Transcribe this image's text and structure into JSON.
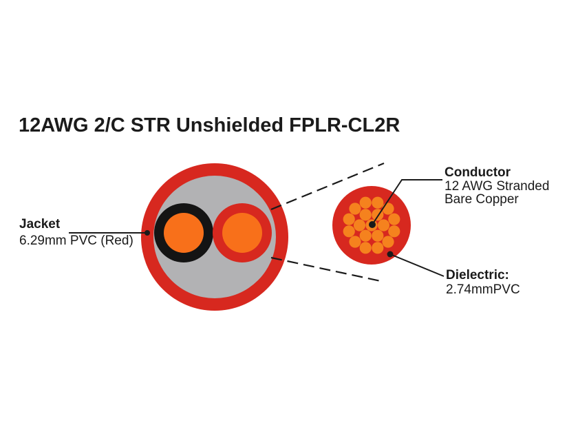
{
  "title": "12AWG 2/C STR Unshielded FPLR-CL2R",
  "labels": {
    "jacket": {
      "heading": "Jacket",
      "detail": "6.29mm PVC (Red)"
    },
    "conductor": {
      "heading": "Conductor",
      "detail_line1": "12 AWG Stranded",
      "detail_line2": "Bare Copper"
    },
    "dielectric": {
      "heading": "Dielectric:",
      "detail": "2.74mmPVC"
    }
  },
  "colors": {
    "jacket_red": "#d7281f",
    "insulation_gray": "#b2b2b4",
    "conductor_orange": "#f8701a",
    "strand_orange": "#f5821e",
    "insulation_black": "#141414",
    "line_black": "#1a1a1a"
  }
}
